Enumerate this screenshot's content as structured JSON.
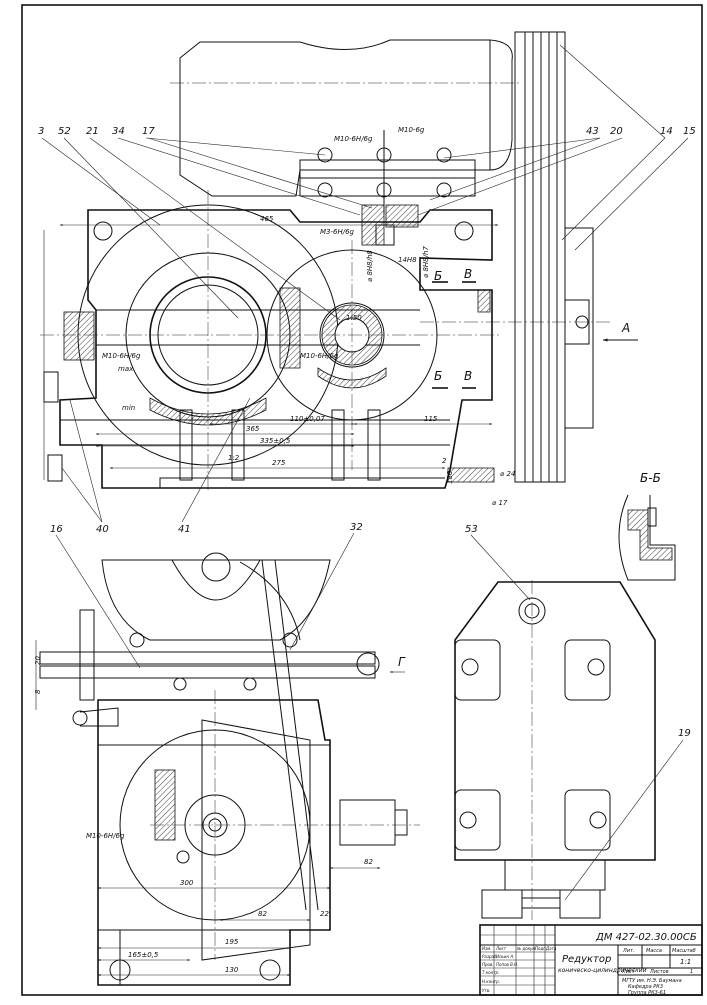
{
  "positions": {
    "top": [
      "3",
      "52",
      "21",
      "34",
      "17",
      "43",
      "20",
      "14",
      "15"
    ],
    "left_bottom": [
      "40",
      "41"
    ],
    "front": [
      "16",
      "32"
    ],
    "side": [
      "53",
      "19"
    ]
  },
  "thread_callouts": {
    "m10_6h_6g_top": "M10-6H/6g",
    "m10_6g": "M10-6g",
    "m3_6h_6g": "M3-6H/6g",
    "m10_6h_6g_left": "M10-6H/6g",
    "m10_6h_6g_mid": "M10-6H/6g",
    "m10_6h_6g_front": "M10-6H/6g"
  },
  "fits": {
    "f1": "⌀ 8H8/h8",
    "f2": "14H8",
    "f3": "⌀ 8H8/h7",
    "f4": "1:50"
  },
  "dimensions": {
    "d465": "465",
    "d365": "365",
    "d335": "335±0,5",
    "d275": "275",
    "d115": "115",
    "d110": "110±0,07",
    "d2": "2",
    "d180": "180",
    "d24": "⌀ 24",
    "d17": "⌀ 17",
    "d20": "20",
    "d8": "8",
    "d82a": "82",
    "d82b": "82",
    "d22": "22",
    "d300": "300",
    "d195": "195",
    "d165": "165±0,5",
    "d130": "130",
    "s12": "1:2"
  },
  "level_marks": {
    "max": "max",
    "min": "min"
  },
  "section_labels": {
    "b_top": "Б",
    "b_bottom": "Б",
    "v_top": "В",
    "v_bottom": "В",
    "a_view": "А",
    "g_view": "Г",
    "section_bb": "Б-Б"
  },
  "title_block": {
    "designation": "ДМ 427-02.30.00СБ",
    "name_line1": "Редуктор",
    "name_line2": "коническо-цилиндрический",
    "col_lit": "Лит.",
    "col_mass": "Масса",
    "col_scale": "Масштаб",
    "scale": "1:1",
    "sheet": "Лист",
    "sheets": "Листов",
    "sheets_total": "1",
    "org1": "МГТУ им. Н.Э. Баумана",
    "org2": "Кафедра РК3",
    "org3": "Группа РК3-61",
    "r_change": "Изм.",
    "r_sheet": "Лист",
    "r_doc": "№ докум.",
    "r_sign": "Подп.",
    "r_date": "Дата",
    "r_dev": "Разраб.",
    "r_chk": "Пров.",
    "r_tcon": "Т.контр.",
    "r_ncon": "Н.контр.",
    "r_appr": "Утв.",
    "dev_name": "Ильин А.",
    "chk_name": "Попов В.Н."
  }
}
